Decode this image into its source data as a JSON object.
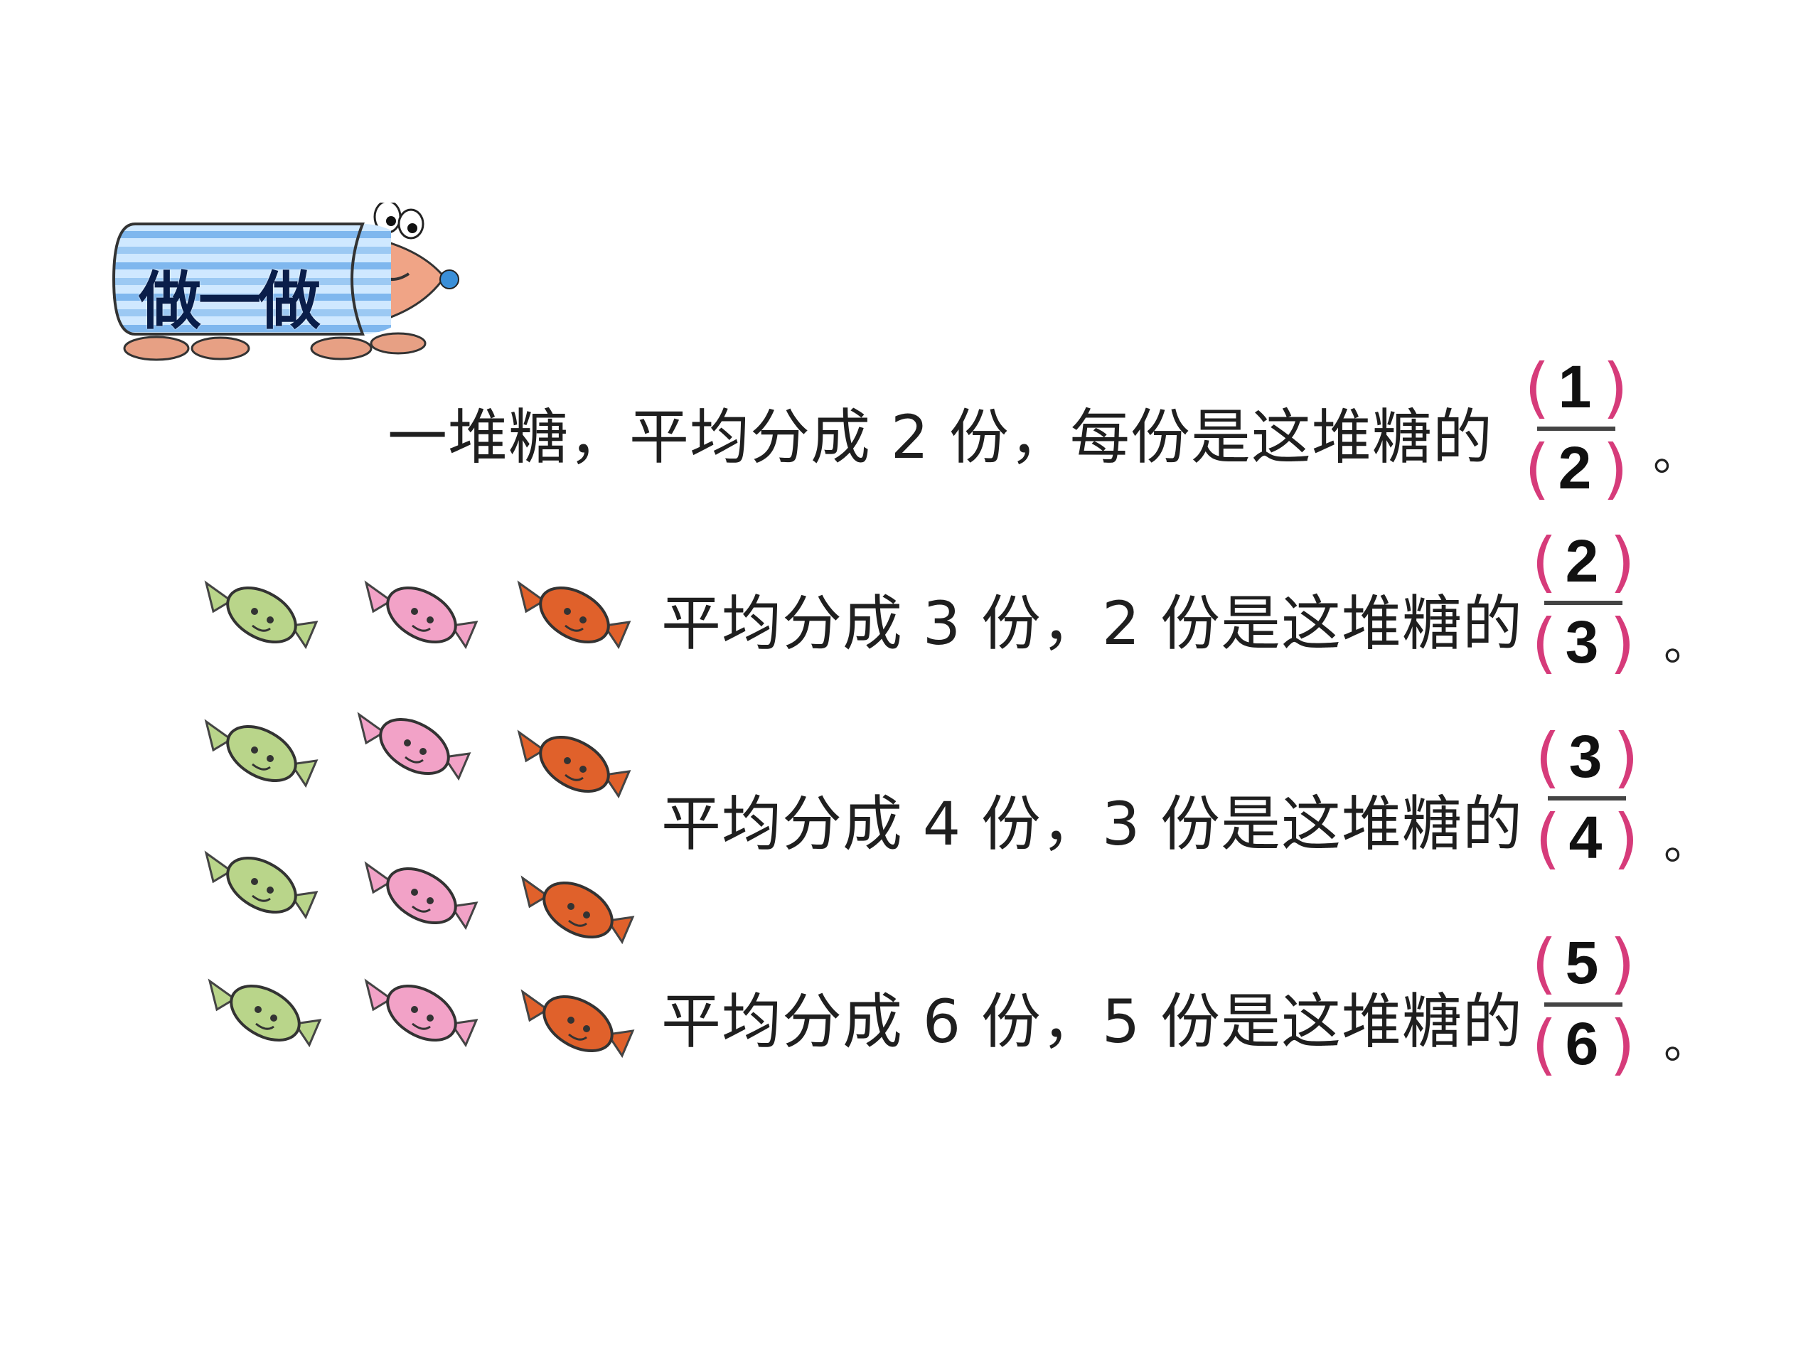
{
  "badge": {
    "label": "做一做"
  },
  "lines": [
    {
      "text": "一堆糖，平均分成 2 份，每份是这堆糖的",
      "numerator": "1",
      "denominator": "2",
      "end": "。"
    },
    {
      "text": "平均分成 3 份，2 份是这堆糖的",
      "numerator": "2",
      "denominator": "3",
      "end": "。"
    },
    {
      "text": "平均分成 4 份，3 份是这堆糖的",
      "numerator": "3",
      "denominator": "4",
      "end": "。"
    },
    {
      "text": "平均分成 6 份，5 份是这堆糖的",
      "numerator": "5",
      "denominator": "6",
      "end": "。"
    }
  ],
  "colors": {
    "paren": "#d63b7a",
    "candy_green": "#b9d58a",
    "candy_pink": "#f2a2c7",
    "candy_orange": "#e0612b",
    "candy_wrapper": "#e8d06a"
  },
  "icons": [
    "mascot-icon",
    "candy-icon"
  ]
}
